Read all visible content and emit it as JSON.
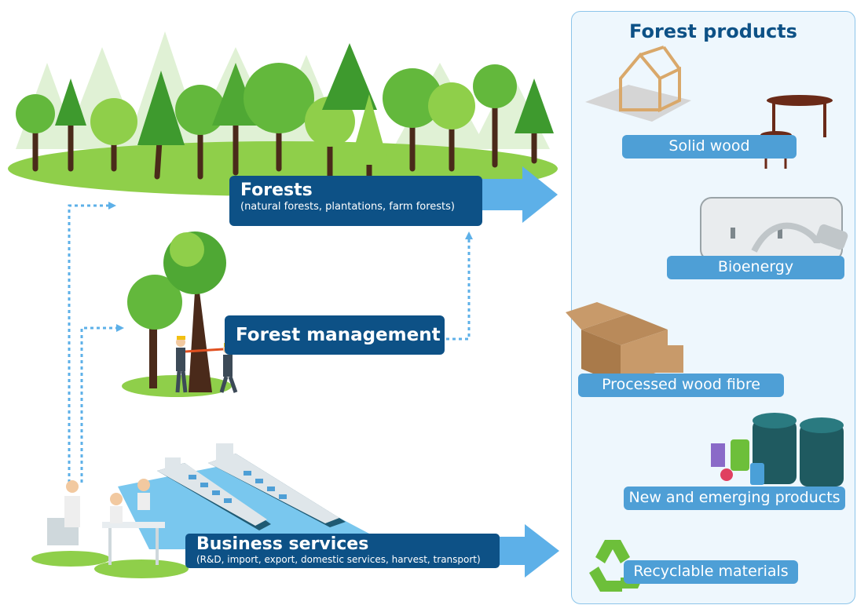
{
  "flow": {
    "forests": {
      "title": "Forests",
      "subtitle": "(natural forests, plantations, farm forests)"
    },
    "management": {
      "title": "Forest management"
    },
    "business": {
      "title": "Business services",
      "subtitle": "(R&D, import, export, domestic services, harvest, transport)"
    }
  },
  "products": {
    "title": "Forest products",
    "items": [
      {
        "label": "Solid wood",
        "icon": "house-frame-and-table-icon"
      },
      {
        "label": "Bioenergy",
        "icon": "power-socket-plug-icon"
      },
      {
        "label": "Processed wood fibre",
        "icon": "cardboard-boxes-icon"
      },
      {
        "label": "New and emerging products",
        "icon": "barrels-and-bottles-icon"
      },
      {
        "label": "Recyclable materials",
        "icon": "recycle-icon"
      }
    ]
  },
  "colors": {
    "dark_label": "#0d5186",
    "light_label": "#4e9fd6",
    "arrow": "#5db0e8",
    "panel_border": "#8cc5ea",
    "tree_light": "#8fcf4a",
    "tree_dark": "#3e9a2e",
    "trunk": "#4a2a1a"
  }
}
